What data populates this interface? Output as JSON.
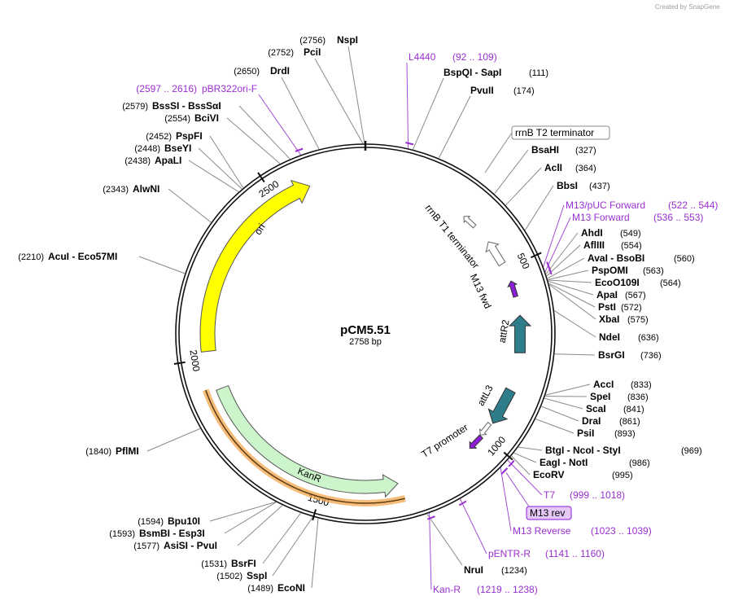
{
  "credit": "Created by SnapGene",
  "plasmid": {
    "name": "pCM5.51",
    "length": "2758 bp",
    "bp": 2758
  },
  "ticks": [
    {
      "bp": 500,
      "label": "500"
    },
    {
      "bp": 1000,
      "label": "1000"
    },
    {
      "bp": 1500,
      "label": "1500"
    },
    {
      "bp": 2000,
      "label": "2000"
    },
    {
      "bp": 2500,
      "label": "2500"
    }
  ],
  "features": [
    {
      "name": "ori",
      "label": "ori",
      "start": 2020,
      "end": 2600,
      "direction": "cw",
      "color": "#ffff00"
    },
    {
      "name": "kanr",
      "label": "KanR",
      "start": 1285,
      "end": 1910,
      "direction": "ccw",
      "color": "#ccf5cc"
    },
    {
      "name": "attr2",
      "label": "attR2",
      "start": 640,
      "end": 740,
      "direction": "ccw",
      "color": "#2e7d8a"
    },
    {
      "name": "attl3",
      "label": "attL3",
      "start": 855,
      "end": 955,
      "direction": "cw",
      "color": "#2e7d8a"
    },
    {
      "name": "rrnb-t1-terminator",
      "label": "rrnB T1 terminator",
      "start": 400,
      "end": 490,
      "direction": "ccw",
      "color": "#ffffff"
    },
    {
      "name": "rrnb-t2-terminator",
      "label": "rrnB T2 terminator",
      "start": 315,
      "end": 340,
      "direction": "ccw",
      "color": "#ffffff"
    },
    {
      "name": "t7-promoter",
      "label": "T7 promoter",
      "start": 975,
      "end": 995,
      "direction": "cw",
      "color": "#ffffff"
    },
    {
      "name": "m13-fwd",
      "label": "M13 fwd",
      "start": 550,
      "end": 570,
      "direction": "ccw",
      "color": "#8a1fd6"
    },
    {
      "name": "m13-rev",
      "label": "M13 rev",
      "start": 1023,
      "end": 1039,
      "direction": "cw",
      "color": "#8a1fd6"
    }
  ],
  "enzymes_right": [
    {
      "name": "NspI",
      "pos": "(2756)",
      "bp": 2756
    },
    {
      "name": "PciI",
      "pos": "(2752)",
      "bp": 2752
    },
    {
      "name": "DrdI",
      "pos": "(2650)",
      "bp": 2650
    },
    {
      "name": "BspQI - SapI",
      "pos": "(111)",
      "bp": 111
    },
    {
      "name": "PvuII",
      "pos": "(174)",
      "bp": 174
    },
    {
      "name": "BsaHI",
      "pos": "(327)",
      "bp": 327
    },
    {
      "name": "AclI",
      "pos": "(364)",
      "bp": 364
    },
    {
      "name": "BbsI",
      "pos": "(437)",
      "bp": 437
    },
    {
      "name": "AhdI",
      "pos": "(549)",
      "bp": 549
    },
    {
      "name": "AflIII",
      "pos": "(554)",
      "bp": 554
    },
    {
      "name": "AvaI - BsoBI",
      "pos": "(560)",
      "bp": 560
    },
    {
      "name": "PspOMI",
      "pos": "(563)",
      "bp": 563
    },
    {
      "name": "EcoO109I",
      "pos": "(564)",
      "bp": 564
    },
    {
      "name": "ApaI",
      "pos": "(567)",
      "bp": 567
    },
    {
      "name": "PstI",
      "pos": "(572)",
      "bp": 572
    },
    {
      "name": "XbaI",
      "pos": "(575)",
      "bp": 575
    },
    {
      "name": "NdeI",
      "pos": "(636)",
      "bp": 636
    },
    {
      "name": "BsrGI",
      "pos": "(736)",
      "bp": 736
    },
    {
      "name": "AccI",
      "pos": "(833)",
      "bp": 833
    },
    {
      "name": "SpeI",
      "pos": "(836)",
      "bp": 836
    },
    {
      "name": "ScaI",
      "pos": "(841)",
      "bp": 841
    },
    {
      "name": "DraI",
      "pos": "(861)",
      "bp": 861
    },
    {
      "name": "PsiI",
      "pos": "(893)",
      "bp": 893
    },
    {
      "name": "BtgI - NcoI - StyI",
      "pos": "(969)",
      "bp": 969
    },
    {
      "name": "EagI - NotI",
      "pos": "(986)",
      "bp": 986
    },
    {
      "name": "EcoRV",
      "pos": "(995)",
      "bp": 995
    },
    {
      "name": "NruI",
      "pos": "(1234)",
      "bp": 1234
    }
  ],
  "enzymes_left": [
    {
      "name": "BssSI - BssSαI",
      "pos": "(2579)",
      "bp": 2579
    },
    {
      "name": "BciVI",
      "pos": "(2554)",
      "bp": 2554
    },
    {
      "name": "PspFI",
      "pos": "(2452)",
      "bp": 2452
    },
    {
      "name": "BseYI",
      "pos": "(2448)",
      "bp": 2448
    },
    {
      "name": "ApaLI",
      "pos": "(2438)",
      "bp": 2438
    },
    {
      "name": "AlwNI",
      "pos": "(2343)",
      "bp": 2343
    },
    {
      "name": "AcuI - Eco57MI",
      "pos": "(2210)",
      "bp": 2210
    },
    {
      "name": "PflMI",
      "pos": "(1840)",
      "bp": 1840
    },
    {
      "name": "Bpu10I",
      "pos": "(1594)",
      "bp": 1594
    },
    {
      "name": "BsmBI - Esp3I",
      "pos": "(1593)",
      "bp": 1593
    },
    {
      "name": "AsiSI - PvuI",
      "pos": "(1577)",
      "bp": 1577
    },
    {
      "name": "BsrFI",
      "pos": "(1531)",
      "bp": 1531
    },
    {
      "name": "SspI",
      "pos": "(1502)",
      "bp": 1502
    },
    {
      "name": "EcoNI",
      "pos": "(1489)",
      "bp": 1489
    }
  ],
  "primers": [
    {
      "name": "L4440",
      "range": "(92 .. 109)",
      "bp": 100
    },
    {
      "name": "pBR322ori-F",
      "range": "(2597 .. 2616)",
      "bp": 2606
    },
    {
      "name": "M13/pUC Forward",
      "range": "(522 .. 544)",
      "bp": 533
    },
    {
      "name": "M13 Forward",
      "range": "(536 .. 553)",
      "bp": 545
    },
    {
      "name": "T7",
      "range": "(999 .. 1018)",
      "bp": 1008
    },
    {
      "name": "M13 rev",
      "range": "",
      "bp": 1031
    },
    {
      "name": "M13 Reverse",
      "range": "(1023 .. 1039)",
      "bp": 1031
    },
    {
      "name": "pENTR-R",
      "range": "(1141 .. 1160)",
      "bp": 1150
    },
    {
      "name": "Kan-R",
      "range": "(1219 .. 1238)",
      "bp": 1228
    }
  ],
  "colors": {
    "primer": "#9a2fd1",
    "backbone": "#111111",
    "leader": "#8a8a8a",
    "kanr_highlight": "#f3a64c"
  }
}
